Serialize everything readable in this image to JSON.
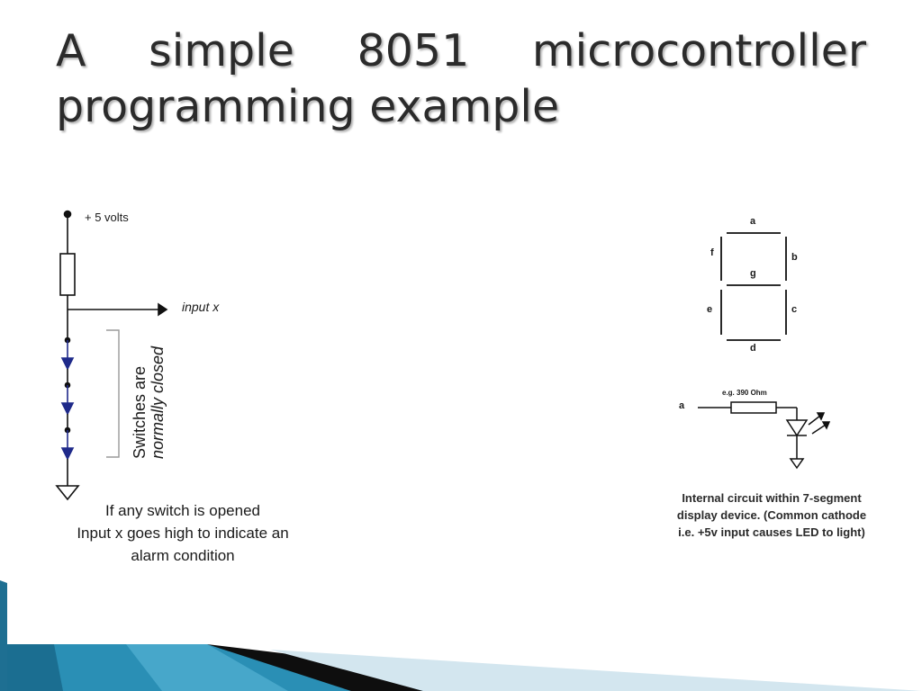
{
  "slide": {
    "title_words": [
      "A",
      "simple",
      "8051",
      "microcontroller"
    ],
    "title_line2": "programming example"
  },
  "left_circuit": {
    "supply_label": "+ 5 volts",
    "output_label": "input x",
    "bracket_label_line1": "Switches are",
    "bracket_label_line2": "normally closed",
    "caption_lines": [
      "If any switch is opened",
      "Input x goes high to indicate an",
      "alarm condition"
    ]
  },
  "right_circuit": {
    "segments": {
      "a": "a",
      "b": "b",
      "c": "c",
      "d": "d",
      "e": "e",
      "f": "f",
      "g": "g"
    },
    "input_label": "a",
    "resistor_label": "e.g. 390 Ohm",
    "caption_lines": [
      "Internal circuit within 7-segment",
      "display device. (Common cathode",
      "i.e. +5v input causes LED to light)"
    ]
  },
  "colors": {
    "title": "#2b2b2b",
    "switch_blue": "#1f2a8a",
    "ribbon_teal": "#2a8fb5",
    "ribbon_dark": "#0e0e0e"
  }
}
